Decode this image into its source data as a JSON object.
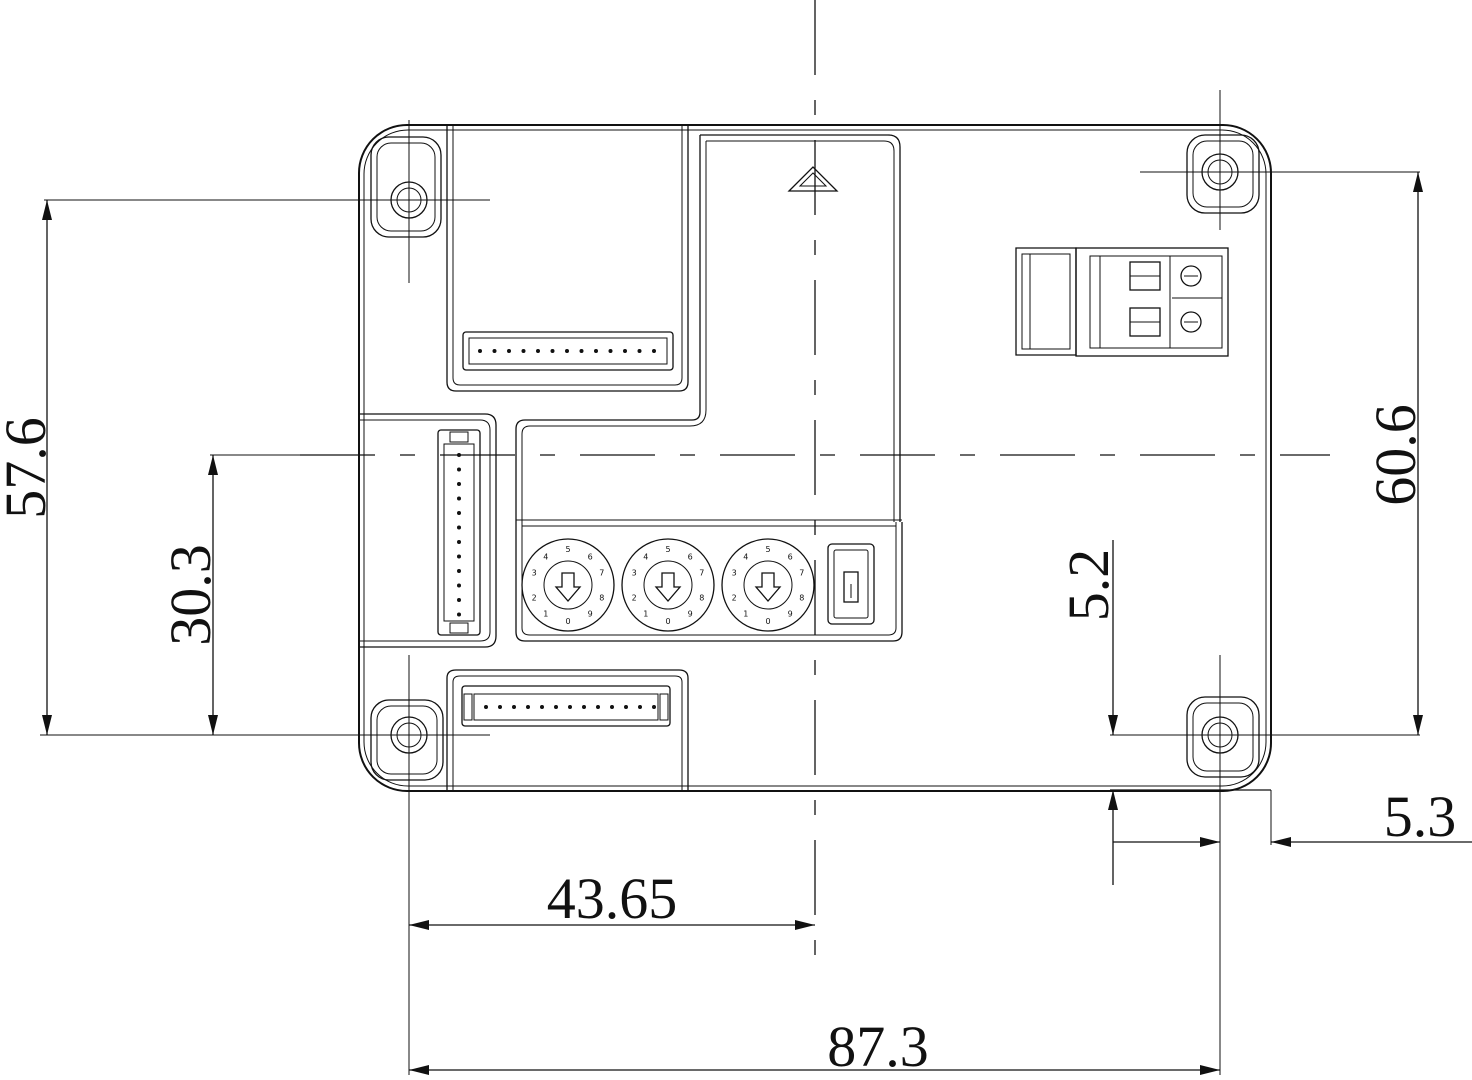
{
  "dimensions": {
    "left_height": "57.6",
    "left_center": "30.3",
    "right_height": "60.6",
    "right_hole_offset": "5.2",
    "bottom_half_width": "43.65",
    "bottom_width": "87.3",
    "right_edge_offset": "5.3"
  },
  "rotary_dials": [
    {
      "labels": [
        "5",
        "4",
        "6",
        "3",
        "7",
        "2",
        "8",
        "1",
        "9",
        "0"
      ]
    },
    {
      "labels": [
        "5",
        "4",
        "6",
        "3",
        "7",
        "2",
        "8",
        "1",
        "9",
        "0"
      ]
    },
    {
      "labels": [
        "5",
        "4",
        "6",
        "3",
        "7",
        "2",
        "8",
        "1",
        "9",
        "0"
      ]
    }
  ],
  "colors": {
    "line": "#111111",
    "background": "#ffffff"
  }
}
